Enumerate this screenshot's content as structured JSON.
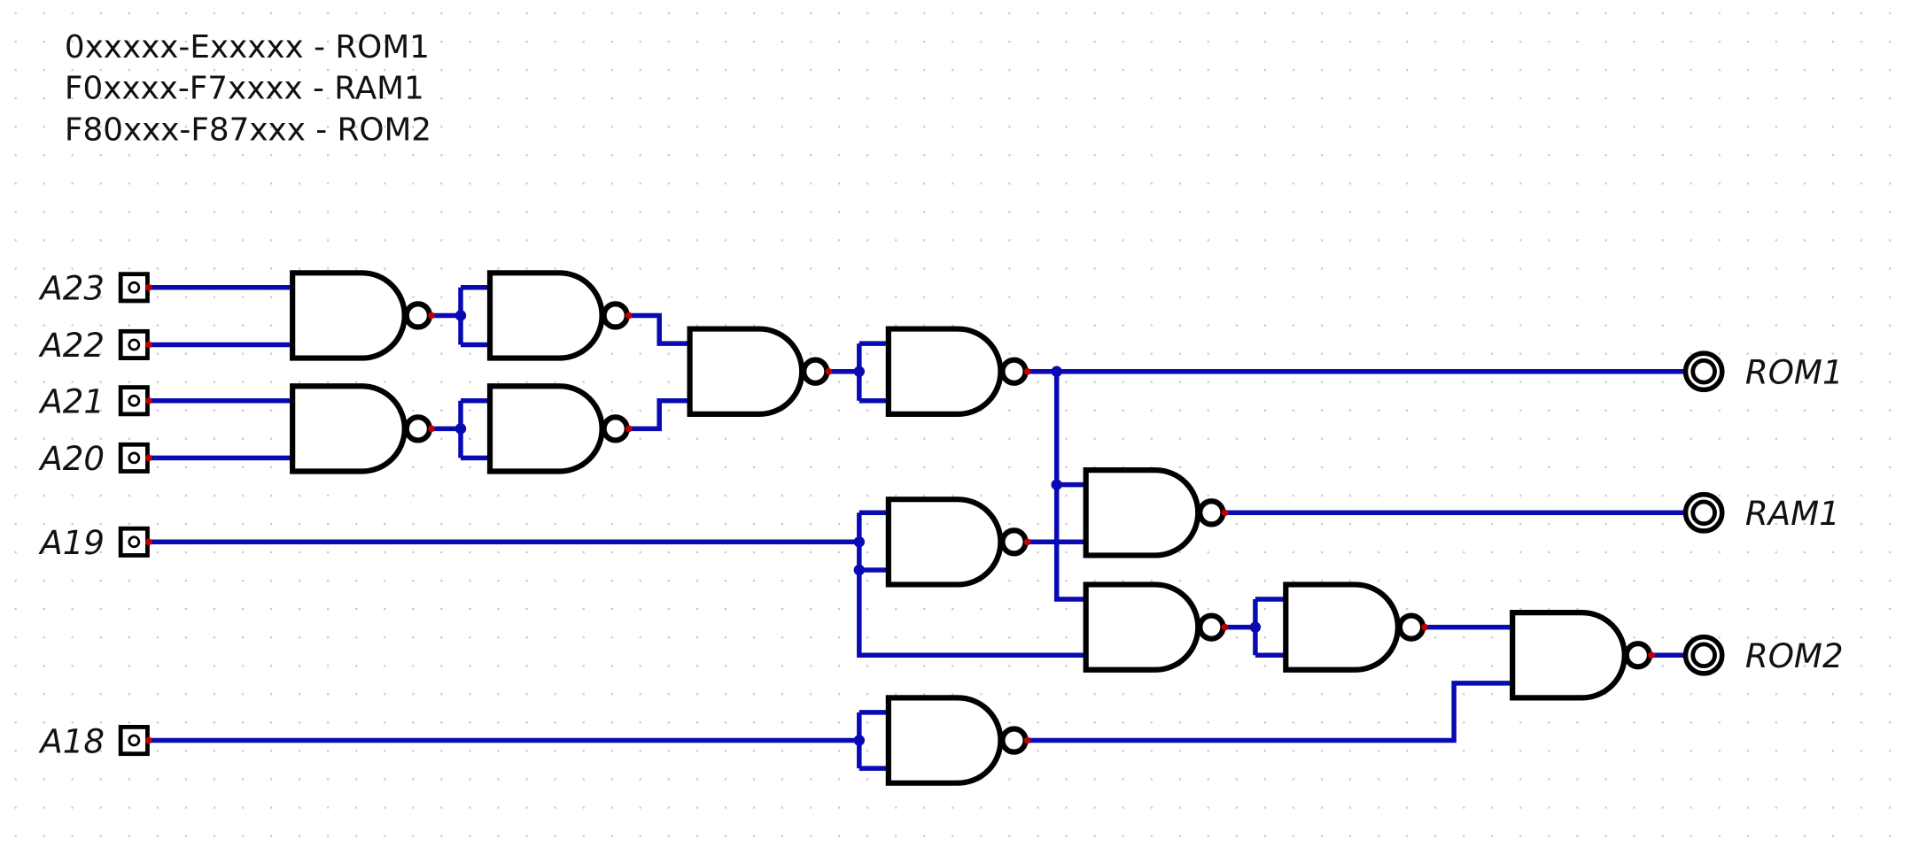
{
  "notes": [
    "0xxxxx-Exxxxx  -  ROM1",
    "F0xxxx-F7xxxx  -  RAM1",
    "F80xxx-F87xxx  -  ROM2"
  ],
  "inputs": [
    "A23",
    "A22",
    "A21",
    "A20",
    "A19",
    "A18"
  ],
  "outputs": [
    "ROM1",
    "RAM1",
    "ROM2"
  ],
  "gate_type": "NAND",
  "colors": {
    "wire": "#0a0ab4",
    "pin": "#c00000",
    "gate": "#000000",
    "grid": "#c8c8c8"
  }
}
